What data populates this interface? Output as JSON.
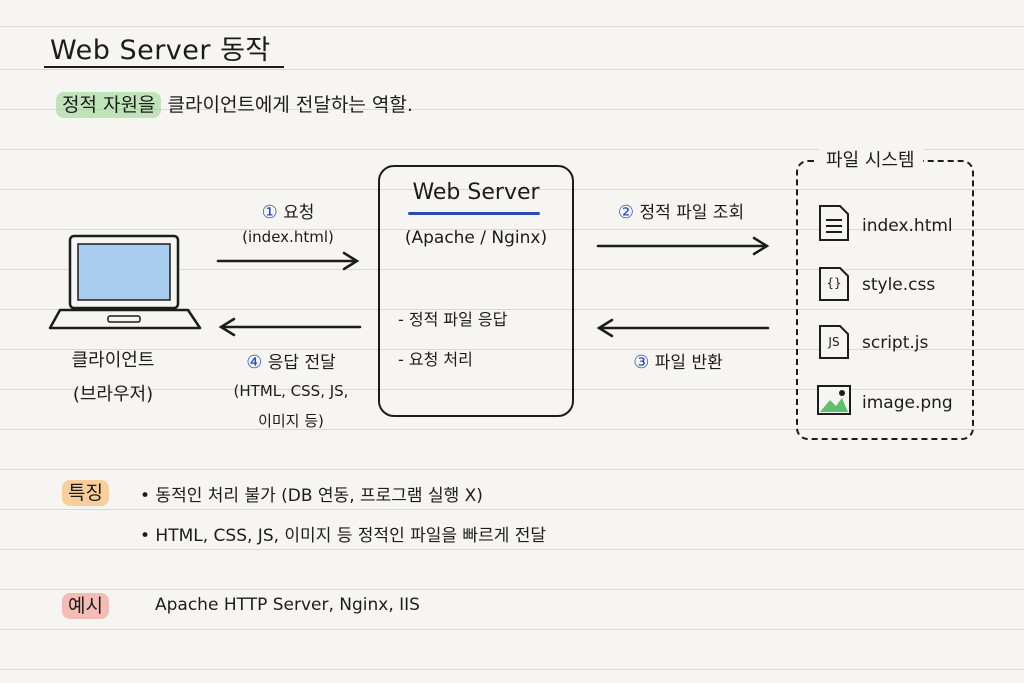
{
  "title": "Web Server 동작",
  "subtitle": {
    "highlight": "정적 자원을",
    "rest": "클라이언트에게 전달하는 역할."
  },
  "client": {
    "label": "클라이언트",
    "sub": "(브라우저)"
  },
  "arrows": {
    "request": {
      "num": "①",
      "label": "요청",
      "sub": "(index.html)"
    },
    "lookup": {
      "num": "②",
      "label": "정적 파일 조회"
    },
    "return": {
      "num": "③",
      "label": "파일 반환"
    },
    "response": {
      "num": "④",
      "label": "응답 전달",
      "sub1": "(HTML, CSS, JS,",
      "sub2": "이미지 등)"
    }
  },
  "server": {
    "title": "Web Server",
    "sub": "(Apache / Nginx)",
    "items": [
      "- 정적 파일 응답",
      "- 요청 처리"
    ]
  },
  "filesystem": {
    "title": "파일 시스템",
    "files": [
      {
        "icon": "document-icon",
        "name": "index.html"
      },
      {
        "icon": "css-file-icon",
        "name": "style.css",
        "glyph": "{}"
      },
      {
        "icon": "js-file-icon",
        "name": "script.js",
        "glyph": "JS"
      },
      {
        "icon": "image-file-icon",
        "name": "image.png"
      }
    ]
  },
  "features": {
    "tag": "특징",
    "bullets": [
      "• 동적인 처리 불가 (DB 연동, 프로그램 실행 X)",
      "• HTML, CSS, JS, 이미지 등 정적인 파일을 빠르게 전달"
    ]
  },
  "examples": {
    "tag": "예시",
    "text": "Apache HTTP Server, Nginx, IIS"
  },
  "colors": {
    "ink": "#1c1c1c",
    "accent_blue": "#2a4db3",
    "highlight_green": "#96d48c",
    "highlight_orange": "#fab464",
    "highlight_red": "#f08c82"
  }
}
